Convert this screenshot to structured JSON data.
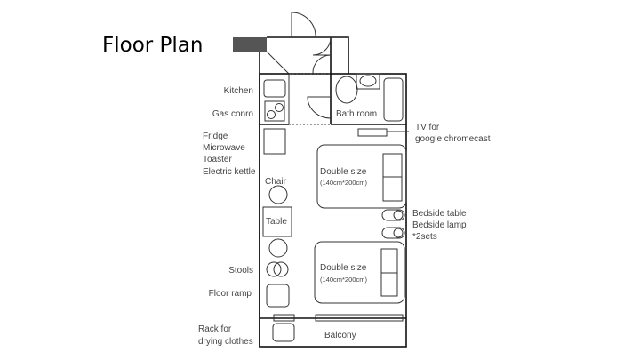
{
  "title": "Floor Plan",
  "labels": {
    "kitchen": "Kitchen",
    "gas": "Gas conro",
    "fridge": "Fridge",
    "microwave": "Microwave",
    "toaster": "Toaster",
    "kettle": "Electric kettle",
    "chair": "Chair",
    "table": "Table",
    "stools": "Stools",
    "floor_ramp": "Floor ramp",
    "rack1": "Rack for",
    "rack2": "drying clothes",
    "bath": "Bath room",
    "tv1": "TV for",
    "tv2": "google chromecast",
    "bed1": "Double size",
    "bed1_size": "(140cm*200cm)",
    "bed2": "Double size",
    "bed2_size": "(140cm*200cm)",
    "bedside1": "Bedside table",
    "bedside2": "Bedside lamp",
    "bedside3": "*2sets",
    "balcony": "Balcony"
  }
}
